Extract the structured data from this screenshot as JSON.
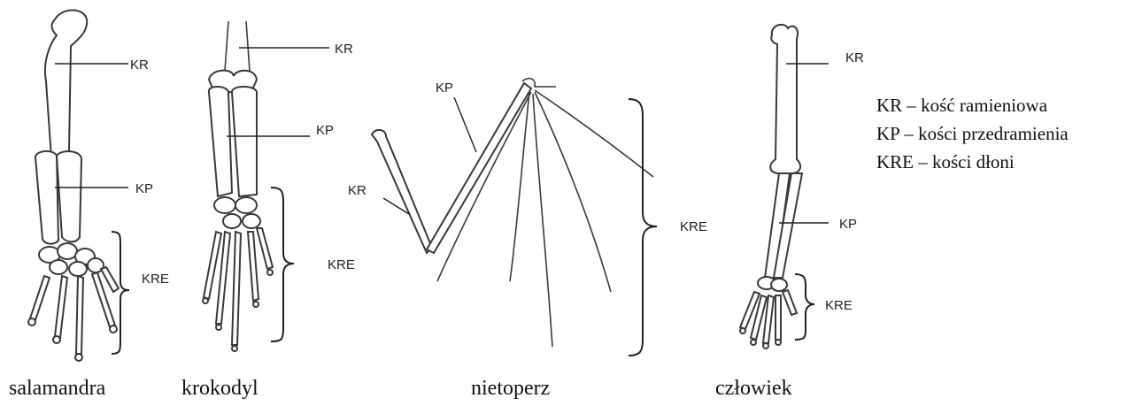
{
  "labels": {
    "salamandra": {
      "kr": "KR",
      "kp": "KP",
      "kre": "KRE"
    },
    "krokodyl": {
      "kr": "KR",
      "kp": "KP",
      "kre": "KRE"
    },
    "nietoperz": {
      "kp": "KP",
      "kr": "KR",
      "kre": "KRE"
    },
    "czlowiek": {
      "kr": "KR",
      "kp": "KP",
      "kre": "KRE"
    }
  },
  "legend": [
    "KR – kość ramieniowa",
    "KP – kości przedramienia",
    "KRE – kości dłoni"
  ],
  "captions": {
    "salamandra": "salamandra",
    "krokodyl": "krokodyl",
    "nietoperz": "nietoperz",
    "czlowiek": "człowiek"
  }
}
